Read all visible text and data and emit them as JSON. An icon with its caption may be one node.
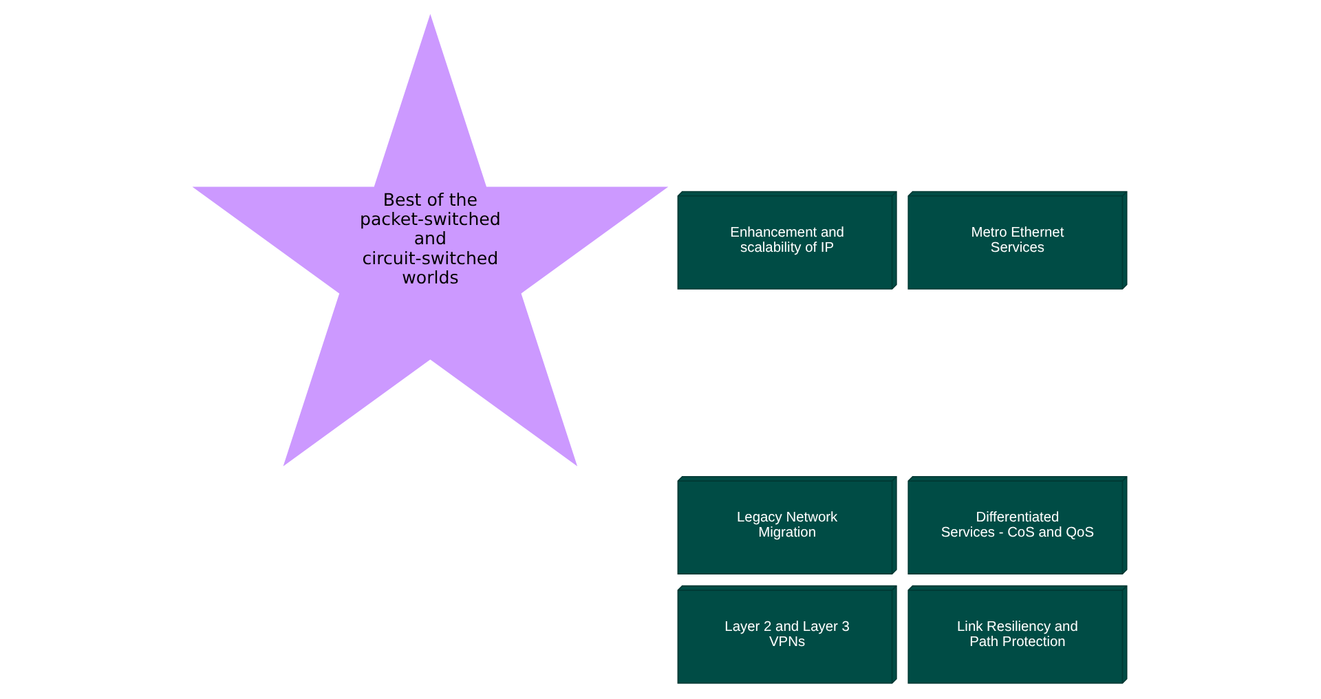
{
  "diagram": {
    "nodes": [
      {
        "text": [
          "Best of the packet-switched and circuit-switched worlds"
        ]
      },
      {
        "text": [
          "Enhancement and scalability of IP"
        ]
      },
      {
        "text": [
          "Metro Ethernet Services"
        ]
      },
      {
        "text": [
          "Legacy Network Migration"
        ]
      },
      {
        "text": [
          "Differentiated Services - CoS and QoS"
        ]
      },
      {
        "text": [
          "Layer 2 and Layer 3 VPNs"
        ]
      },
      {
        "text": [
          "Link Resiliency and Path Protection"
        ]
      }
    ]
  }
}
